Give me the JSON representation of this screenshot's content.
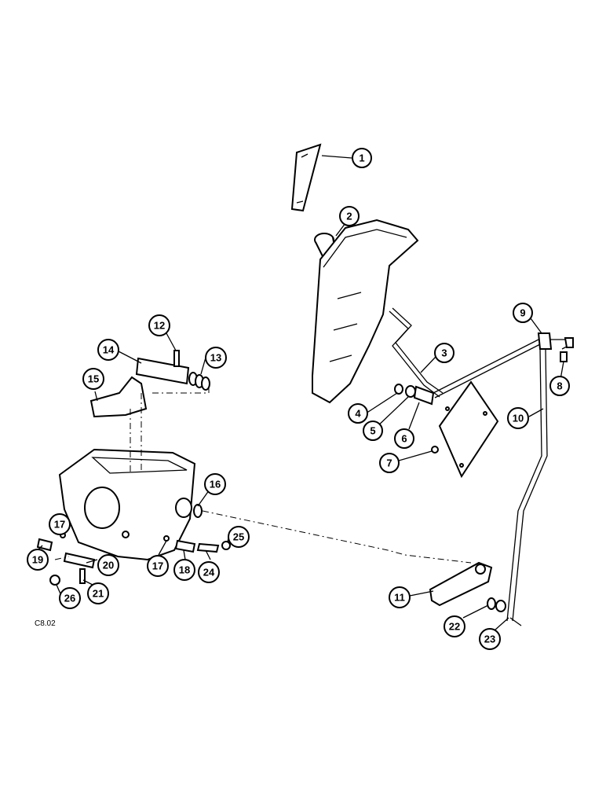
{
  "figure_code": "C8.02",
  "callouts": [
    {
      "n": "1"
    },
    {
      "n": "2"
    },
    {
      "n": "3"
    },
    {
      "n": "4"
    },
    {
      "n": "5"
    },
    {
      "n": "6"
    },
    {
      "n": "7"
    },
    {
      "n": "8"
    },
    {
      "n": "9"
    },
    {
      "n": "10"
    },
    {
      "n": "11"
    },
    {
      "n": "12"
    },
    {
      "n": "13"
    },
    {
      "n": "14"
    },
    {
      "n": "15"
    },
    {
      "n": "16"
    },
    {
      "n": "17"
    },
    {
      "n": "17"
    },
    {
      "n": "18"
    },
    {
      "n": "19"
    },
    {
      "n": "20"
    },
    {
      "n": "21"
    },
    {
      "n": "22"
    },
    {
      "n": "23"
    },
    {
      "n": "24"
    },
    {
      "n": "25"
    },
    {
      "n": "26"
    }
  ]
}
